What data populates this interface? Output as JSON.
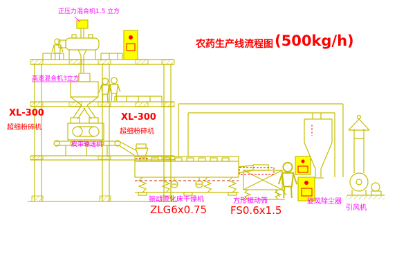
{
  "title": {
    "main": "农药生产线流程图",
    "capacity": "(500kg/h)"
  },
  "labels": {
    "pressure_mixer": "正压力混合机1.5 立方",
    "high_speed_mixer": "高速混合机3立方",
    "crusher_left": {
      "model": "XL-300",
      "name": "超细粉碎机"
    },
    "crusher_mid": {
      "model": "XL-300",
      "name": "超细粉碎机"
    },
    "belt_conveyor": "皮带输送机",
    "dryer": {
      "name": "振动流化床干燥机",
      "model": "ZLG6x0.75"
    },
    "screen": {
      "name": "方形振动筛",
      "model": "FS0.6x1.5"
    },
    "cyclone": "旋风除尘器",
    "fan": "引风机"
  },
  "colors": {
    "background": "#ffffff",
    "drawing_line": "#c6bd00",
    "label_magenta": "#ff00ff",
    "label_red": "#ff0000",
    "panel_fill": "#ffff00",
    "accent_dark_red": "#cc2200"
  }
}
